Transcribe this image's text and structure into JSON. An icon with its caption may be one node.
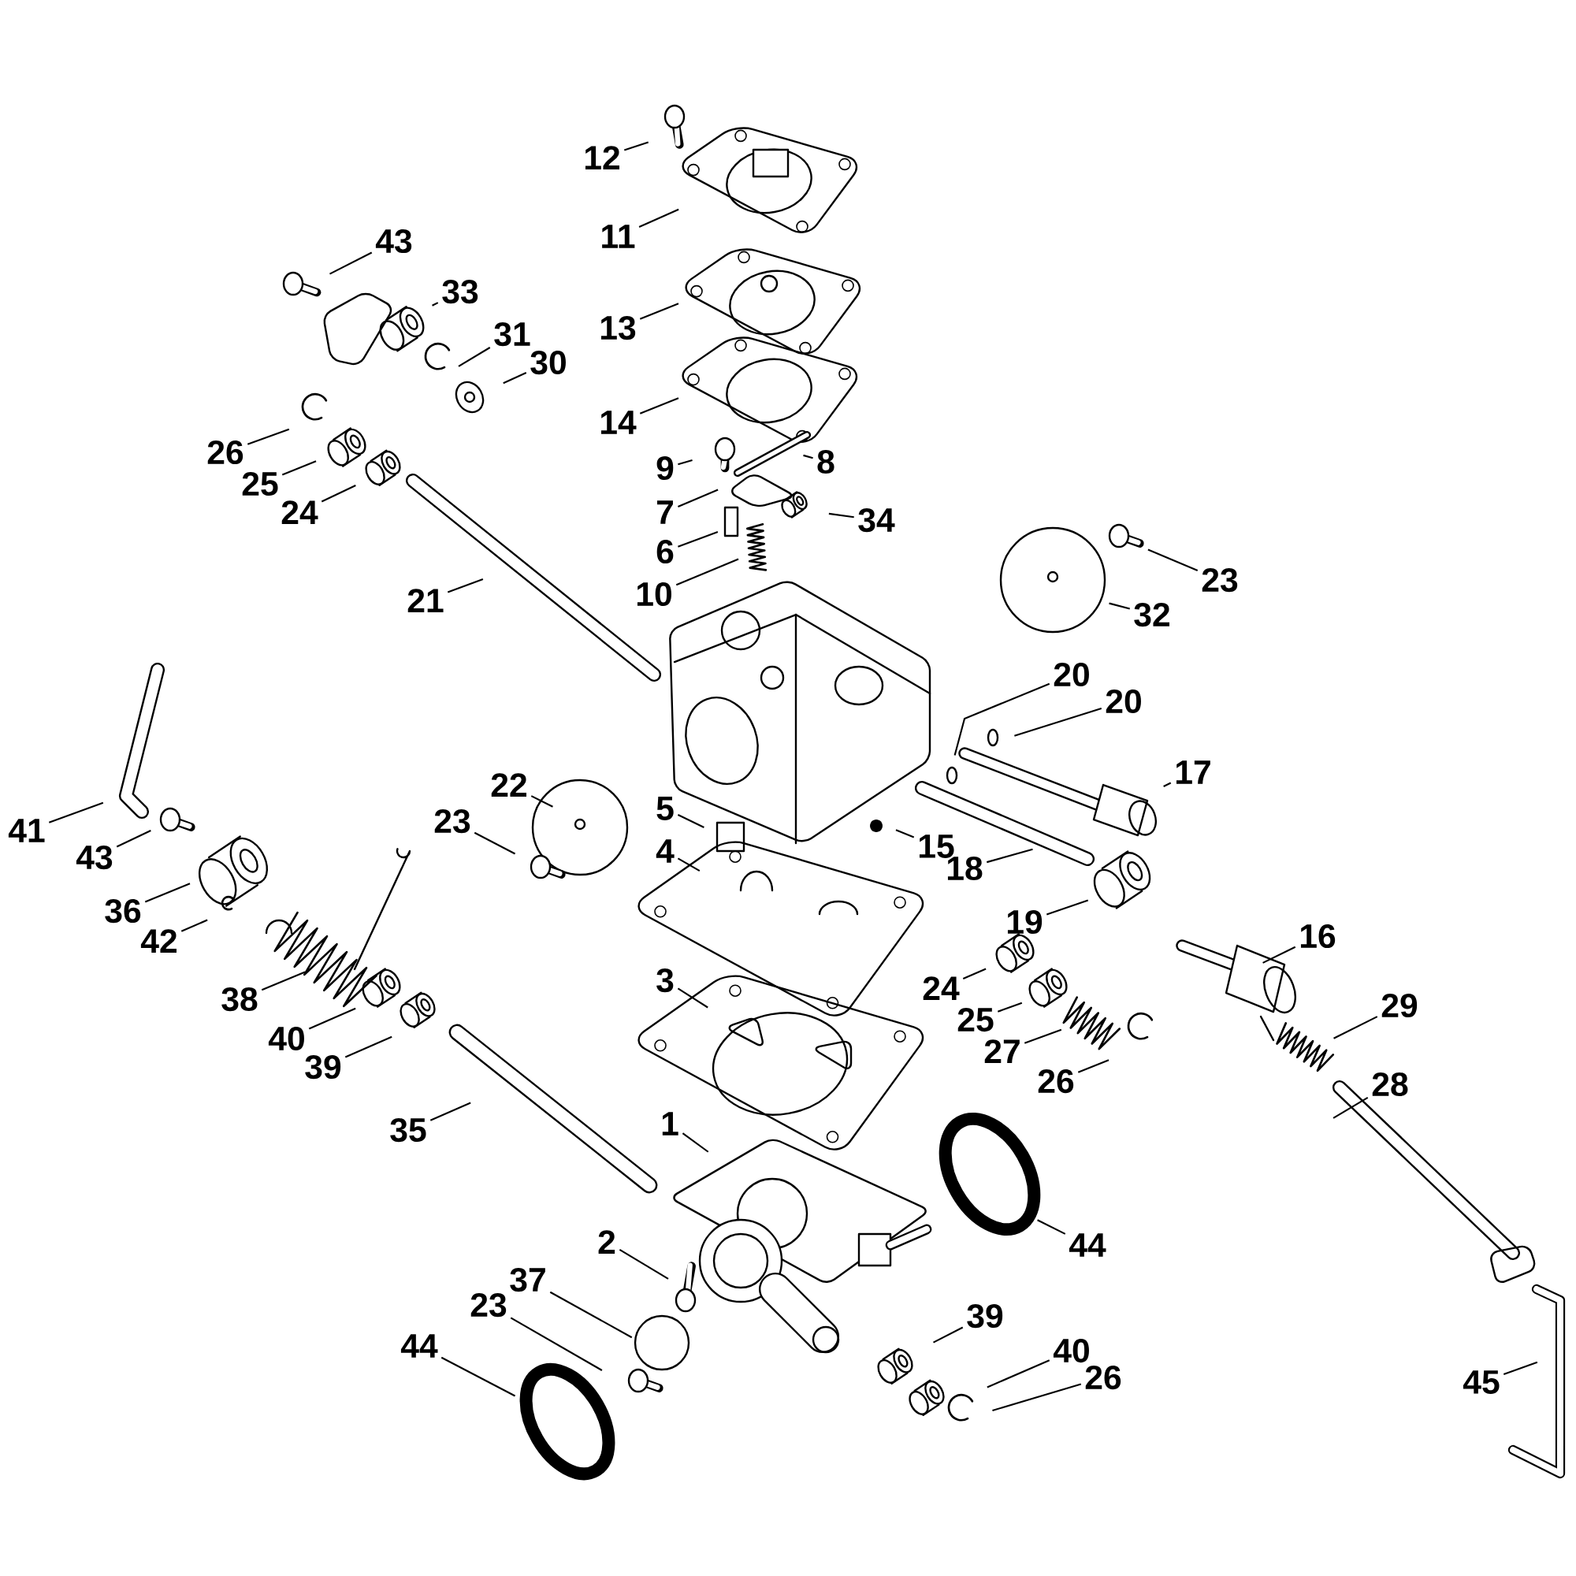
{
  "diagram": {
    "nodes": [
      {
        "text": [
          "12"
        ]
      },
      {
        "text": [
          "11"
        ]
      },
      {
        "text": [
          "43"
        ]
      },
      {
        "text": [
          "33"
        ]
      },
      {
        "text": [
          "31"
        ]
      },
      {
        "text": [
          "30"
        ]
      },
      {
        "text": [
          "13"
        ]
      },
      {
        "text": [
          "14"
        ]
      },
      {
        "text": [
          "26"
        ]
      },
      {
        "text": [
          "25"
        ]
      },
      {
        "text": [
          "24"
        ]
      },
      {
        "text": [
          "9"
        ]
      },
      {
        "text": [
          "8"
        ]
      },
      {
        "text": [
          "7"
        ]
      },
      {
        "text": [
          "34"
        ]
      },
      {
        "text": [
          "6"
        ]
      },
      {
        "text": [
          "10"
        ]
      },
      {
        "text": [
          "21"
        ]
      },
      {
        "text": [
          "23"
        ]
      },
      {
        "text": [
          "32"
        ]
      },
      {
        "text": [
          "20"
        ]
      },
      {
        "text": [
          "20"
        ]
      },
      {
        "text": [
          "17"
        ]
      },
      {
        "text": [
          "41"
        ]
      },
      {
        "text": [
          "43"
        ]
      },
      {
        "text": [
          "22"
        ]
      },
      {
        "text": [
          "5"
        ]
      },
      {
        "text": [
          "15"
        ]
      },
      {
        "text": [
          "23"
        ]
      },
      {
        "text": [
          "4"
        ]
      },
      {
        "text": [
          "18"
        ]
      },
      {
        "text": [
          "36"
        ]
      },
      {
        "text": [
          "42"
        ]
      },
      {
        "text": [
          "19"
        ]
      },
      {
        "text": [
          "38"
        ]
      },
      {
        "text": [
          "16"
        ]
      },
      {
        "text": [
          "3"
        ]
      },
      {
        "text": [
          "24"
        ]
      },
      {
        "text": [
          "40"
        ]
      },
      {
        "text": [
          "25"
        ]
      },
      {
        "text": [
          "29"
        ]
      },
      {
        "text": [
          "39"
        ]
      },
      {
        "text": [
          "27"
        ]
      },
      {
        "text": [
          "26"
        ]
      },
      {
        "text": [
          "28"
        ]
      },
      {
        "text": [
          "35"
        ]
      },
      {
        "text": [
          "1"
        ]
      },
      {
        "text": [
          "44"
        ]
      },
      {
        "text": [
          "2"
        ]
      },
      {
        "text": [
          "37"
        ]
      },
      {
        "text": [
          "23"
        ]
      },
      {
        "text": [
          "39"
        ]
      },
      {
        "text": [
          "40"
        ]
      },
      {
        "text": [
          "44"
        ]
      },
      {
        "text": [
          "26"
        ]
      },
      {
        "text": [
          "45"
        ]
      }
    ],
    "edges": [
      {
        "from": 0,
        "to": null,
        "arrow": "none"
      },
      {
        "from": 1,
        "to": null,
        "arrow": "none"
      },
      {
        "from": 2,
        "to": null,
        "arrow": "none"
      },
      {
        "from": 3,
        "to": null,
        "arrow": "none"
      },
      {
        "from": 4,
        "to": null,
        "arrow": "none"
      },
      {
        "from": 5,
        "to": null,
        "arrow": "none"
      },
      {
        "from": 6,
        "to": null,
        "arrow": "none"
      },
      {
        "from": 7,
        "to": null,
        "arrow": "none"
      },
      {
        "from": 8,
        "to": null,
        "arrow": "none"
      },
      {
        "from": 9,
        "to": null,
        "arrow": "none"
      },
      {
        "from": 10,
        "to": null,
        "arrow": "none"
      },
      {
        "from": 11,
        "to": null,
        "arrow": "none"
      },
      {
        "from": 12,
        "to": null,
        "arrow": "none"
      },
      {
        "from": 13,
        "to": null,
        "arrow": "none"
      },
      {
        "from": 14,
        "to": null,
        "arrow": "none"
      },
      {
        "from": 15,
        "to": null,
        "arrow": "none"
      },
      {
        "from": 16,
        "to": null,
        "arrow": "none"
      },
      {
        "from": 17,
        "to": null,
        "arrow": "none"
      },
      {
        "from": 18,
        "to": null,
        "arrow": "none"
      },
      {
        "from": 19,
        "to": null,
        "arrow": "none"
      },
      {
        "from": 20,
        "to": null,
        "arrow": "none"
      },
      {
        "from": 21,
        "to": null,
        "arrow": "none"
      },
      {
        "from": 22,
        "to": null,
        "arrow": "none"
      },
      {
        "from": 23,
        "to": null,
        "arrow": "none"
      },
      {
        "from": 24,
        "to": null,
        "arrow": "none"
      },
      {
        "from": 25,
        "to": null,
        "arrow": "none"
      },
      {
        "from": 26,
        "to": null,
        "arrow": "none"
      },
      {
        "from": 27,
        "to": null,
        "arrow": "none"
      },
      {
        "from": 28,
        "to": null,
        "arrow": "none"
      },
      {
        "from": 29,
        "to": null,
        "arrow": "none"
      },
      {
        "from": 30,
        "to": null,
        "arrow": "none"
      },
      {
        "from": 31,
        "to": null,
        "arrow": "none"
      },
      {
        "from": 32,
        "to": null,
        "arrow": "none"
      },
      {
        "from": 33,
        "to": null,
        "arrow": "none"
      },
      {
        "from": 34,
        "to": null,
        "arrow": "none"
      },
      {
        "from": 35,
        "to": null,
        "arrow": "none"
      },
      {
        "from": 36,
        "to": null,
        "arrow": "none"
      },
      {
        "from": 37,
        "to": null,
        "arrow": "none"
      },
      {
        "from": 38,
        "to": null,
        "arrow": "none"
      },
      {
        "from": 39,
        "to": null,
        "arrow": "none"
      },
      {
        "from": 40,
        "to": null,
        "arrow": "none"
      },
      {
        "from": 41,
        "to": null,
        "arrow": "none"
      },
      {
        "from": 42,
        "to": null,
        "arrow": "none"
      },
      {
        "from": 43,
        "to": null,
        "arrow": "none"
      },
      {
        "from": 44,
        "to": null,
        "arrow": "none"
      },
      {
        "from": 45,
        "to": null,
        "arrow": "none"
      },
      {
        "from": 46,
        "to": null,
        "arrow": "none"
      },
      {
        "from": 47,
        "to": null,
        "arrow": "none"
      },
      {
        "from": 48,
        "to": null,
        "arrow": "none"
      },
      {
        "from": 49,
        "to": null,
        "arrow": "none"
      },
      {
        "from": 50,
        "to": null,
        "arrow": "none"
      },
      {
        "from": 51,
        "to": null,
        "arrow": "none"
      },
      {
        "from": 52,
        "to": null,
        "arrow": "none"
      },
      {
        "from": 53,
        "to": null,
        "arrow": "none"
      },
      {
        "from": 54,
        "to": null,
        "arrow": "none"
      },
      {
        "from": 55,
        "to": null,
        "arrow": "none"
      }
    ]
  }
}
